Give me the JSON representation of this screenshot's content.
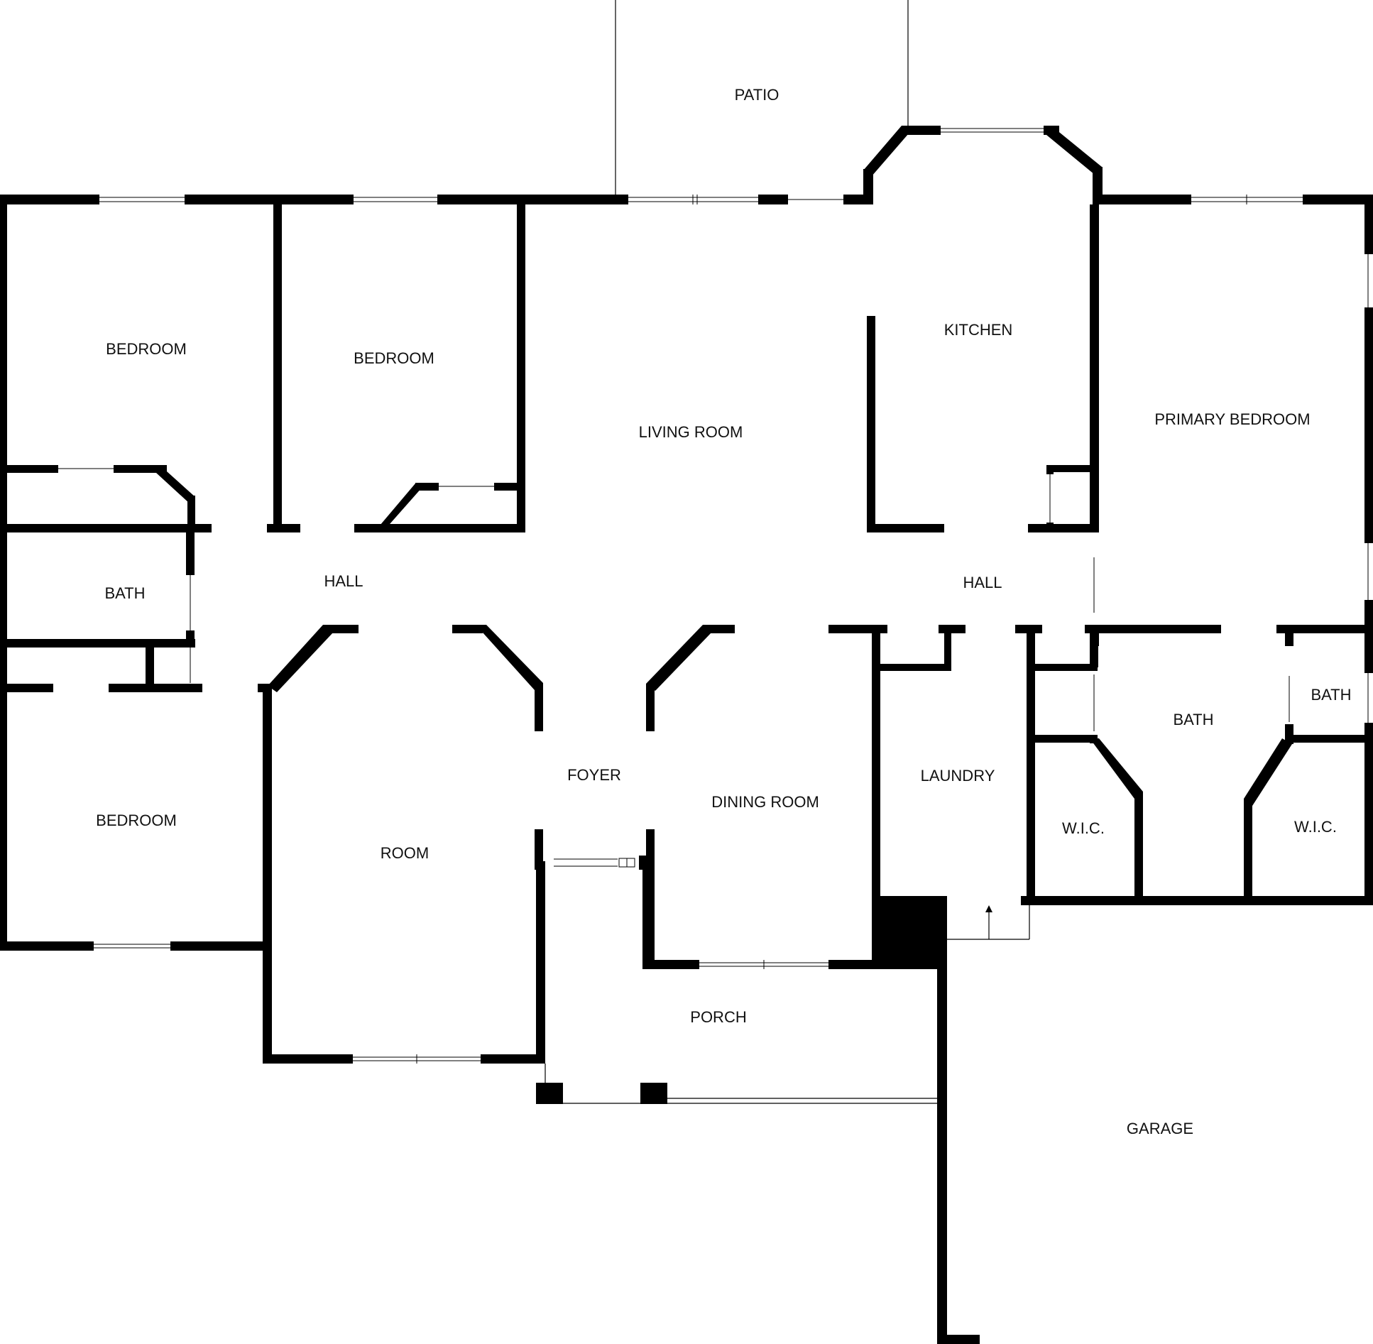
{
  "floorplan": {
    "rooms": {
      "patio": "PATIO",
      "bedroom_nw": "BEDROOM",
      "bedroom_n": "BEDROOM",
      "living_room": "LIVING ROOM",
      "kitchen": "KITCHEN",
      "primary_bedroom": "PRIMARY BEDROOM",
      "bath_w": "BATH",
      "hall_w": "HALL",
      "hall_e": "HALL",
      "bath_e_small": "BATH",
      "bath_primary": "BATH",
      "bedroom_sw": "BEDROOM",
      "room": "ROOM",
      "foyer": "FOYER",
      "dining_room": "DINING ROOM",
      "laundry": "LAUNDRY",
      "wic_w": "W.I.C.",
      "wic_e": "W.I.C.",
      "porch": "PORCH",
      "garage": "GARAGE"
    },
    "colors": {
      "wall": "#000000",
      "background": "#ffffff"
    }
  }
}
